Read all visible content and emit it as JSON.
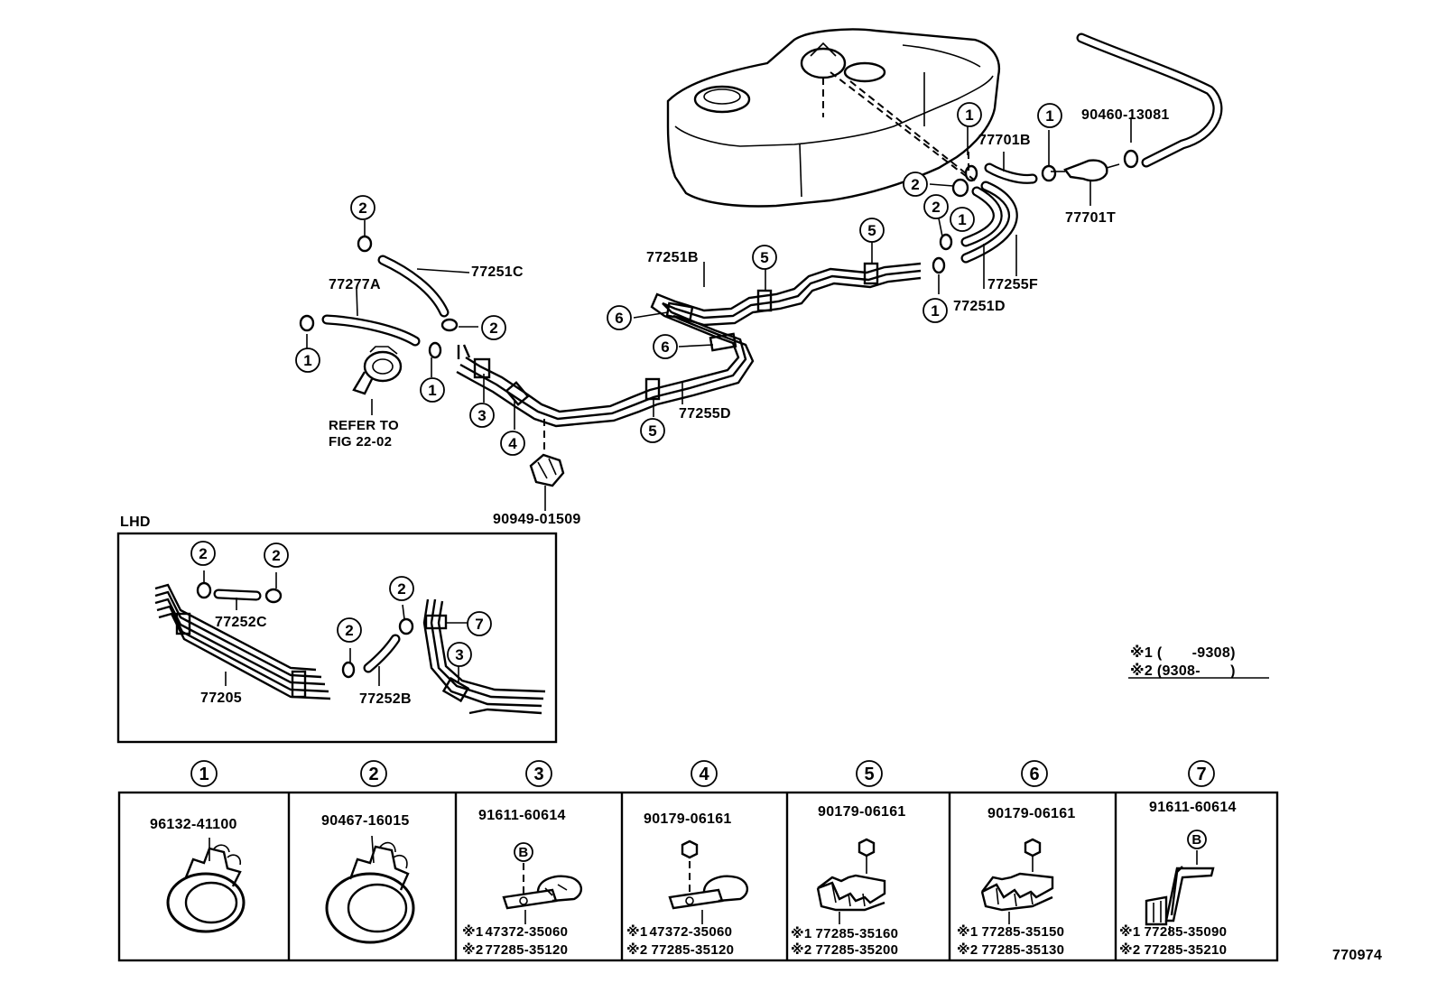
{
  "diagram": {
    "figure_id": "770974",
    "lhd_label": "LHD",
    "refer_note": [
      "REFER TO",
      "FIG 22-02"
    ],
    "date_notes": [
      {
        "mark": "※1",
        "text": "(       -9308)"
      },
      {
        "mark": "※2",
        "text": "(9308-       )"
      }
    ],
    "main_labels": {
      "p77277A": "77277A",
      "p77251C": "77251C",
      "p77251B": "77251B",
      "p77255D": "77255D",
      "p90949": "90949-01509",
      "p77701B": "77701B",
      "p77701T": "77701T",
      "p90460": "90460-13081",
      "p77255F": "77255F",
      "p77251D": "77251D"
    },
    "lhd_labels": {
      "p77252C": "77252C",
      "p77205": "77205",
      "p77252B": "77252B"
    },
    "callout_numbers": [
      "1",
      "2",
      "3",
      "4",
      "5",
      "6",
      "7"
    ],
    "legend": [
      {
        "ref": "1",
        "part": "96132-41100",
        "variants": []
      },
      {
        "ref": "2",
        "part": "90467-16015",
        "variants": []
      },
      {
        "ref": "3",
        "part": "91611-60614",
        "bolt": "B",
        "variants": [
          {
            "mark": "※1",
            "part": "47372-35060"
          },
          {
            "mark": "※2",
            "part": "77285-35120"
          }
        ]
      },
      {
        "ref": "4",
        "part": "90179-06161",
        "variants": [
          {
            "mark": "※1",
            "part": "47372-35060"
          },
          {
            "mark": "※2",
            "part": "77285-35120"
          }
        ]
      },
      {
        "ref": "5",
        "part": "90179-06161",
        "variants": [
          {
            "mark": "※1",
            "part": "77285-35160"
          },
          {
            "mark": "※2",
            "part": "77285-35200"
          }
        ]
      },
      {
        "ref": "6",
        "part": "90179-06161",
        "variants": [
          {
            "mark": "※1",
            "part": "77285-35150"
          },
          {
            "mark": "※2",
            "part": "77285-35130"
          }
        ]
      },
      {
        "ref": "7",
        "part": "91611-60614",
        "bolt": "B",
        "variants": [
          {
            "mark": "※1",
            "part": "77285-35090"
          },
          {
            "mark": "※2",
            "part": "77285-35210"
          }
        ]
      }
    ]
  }
}
